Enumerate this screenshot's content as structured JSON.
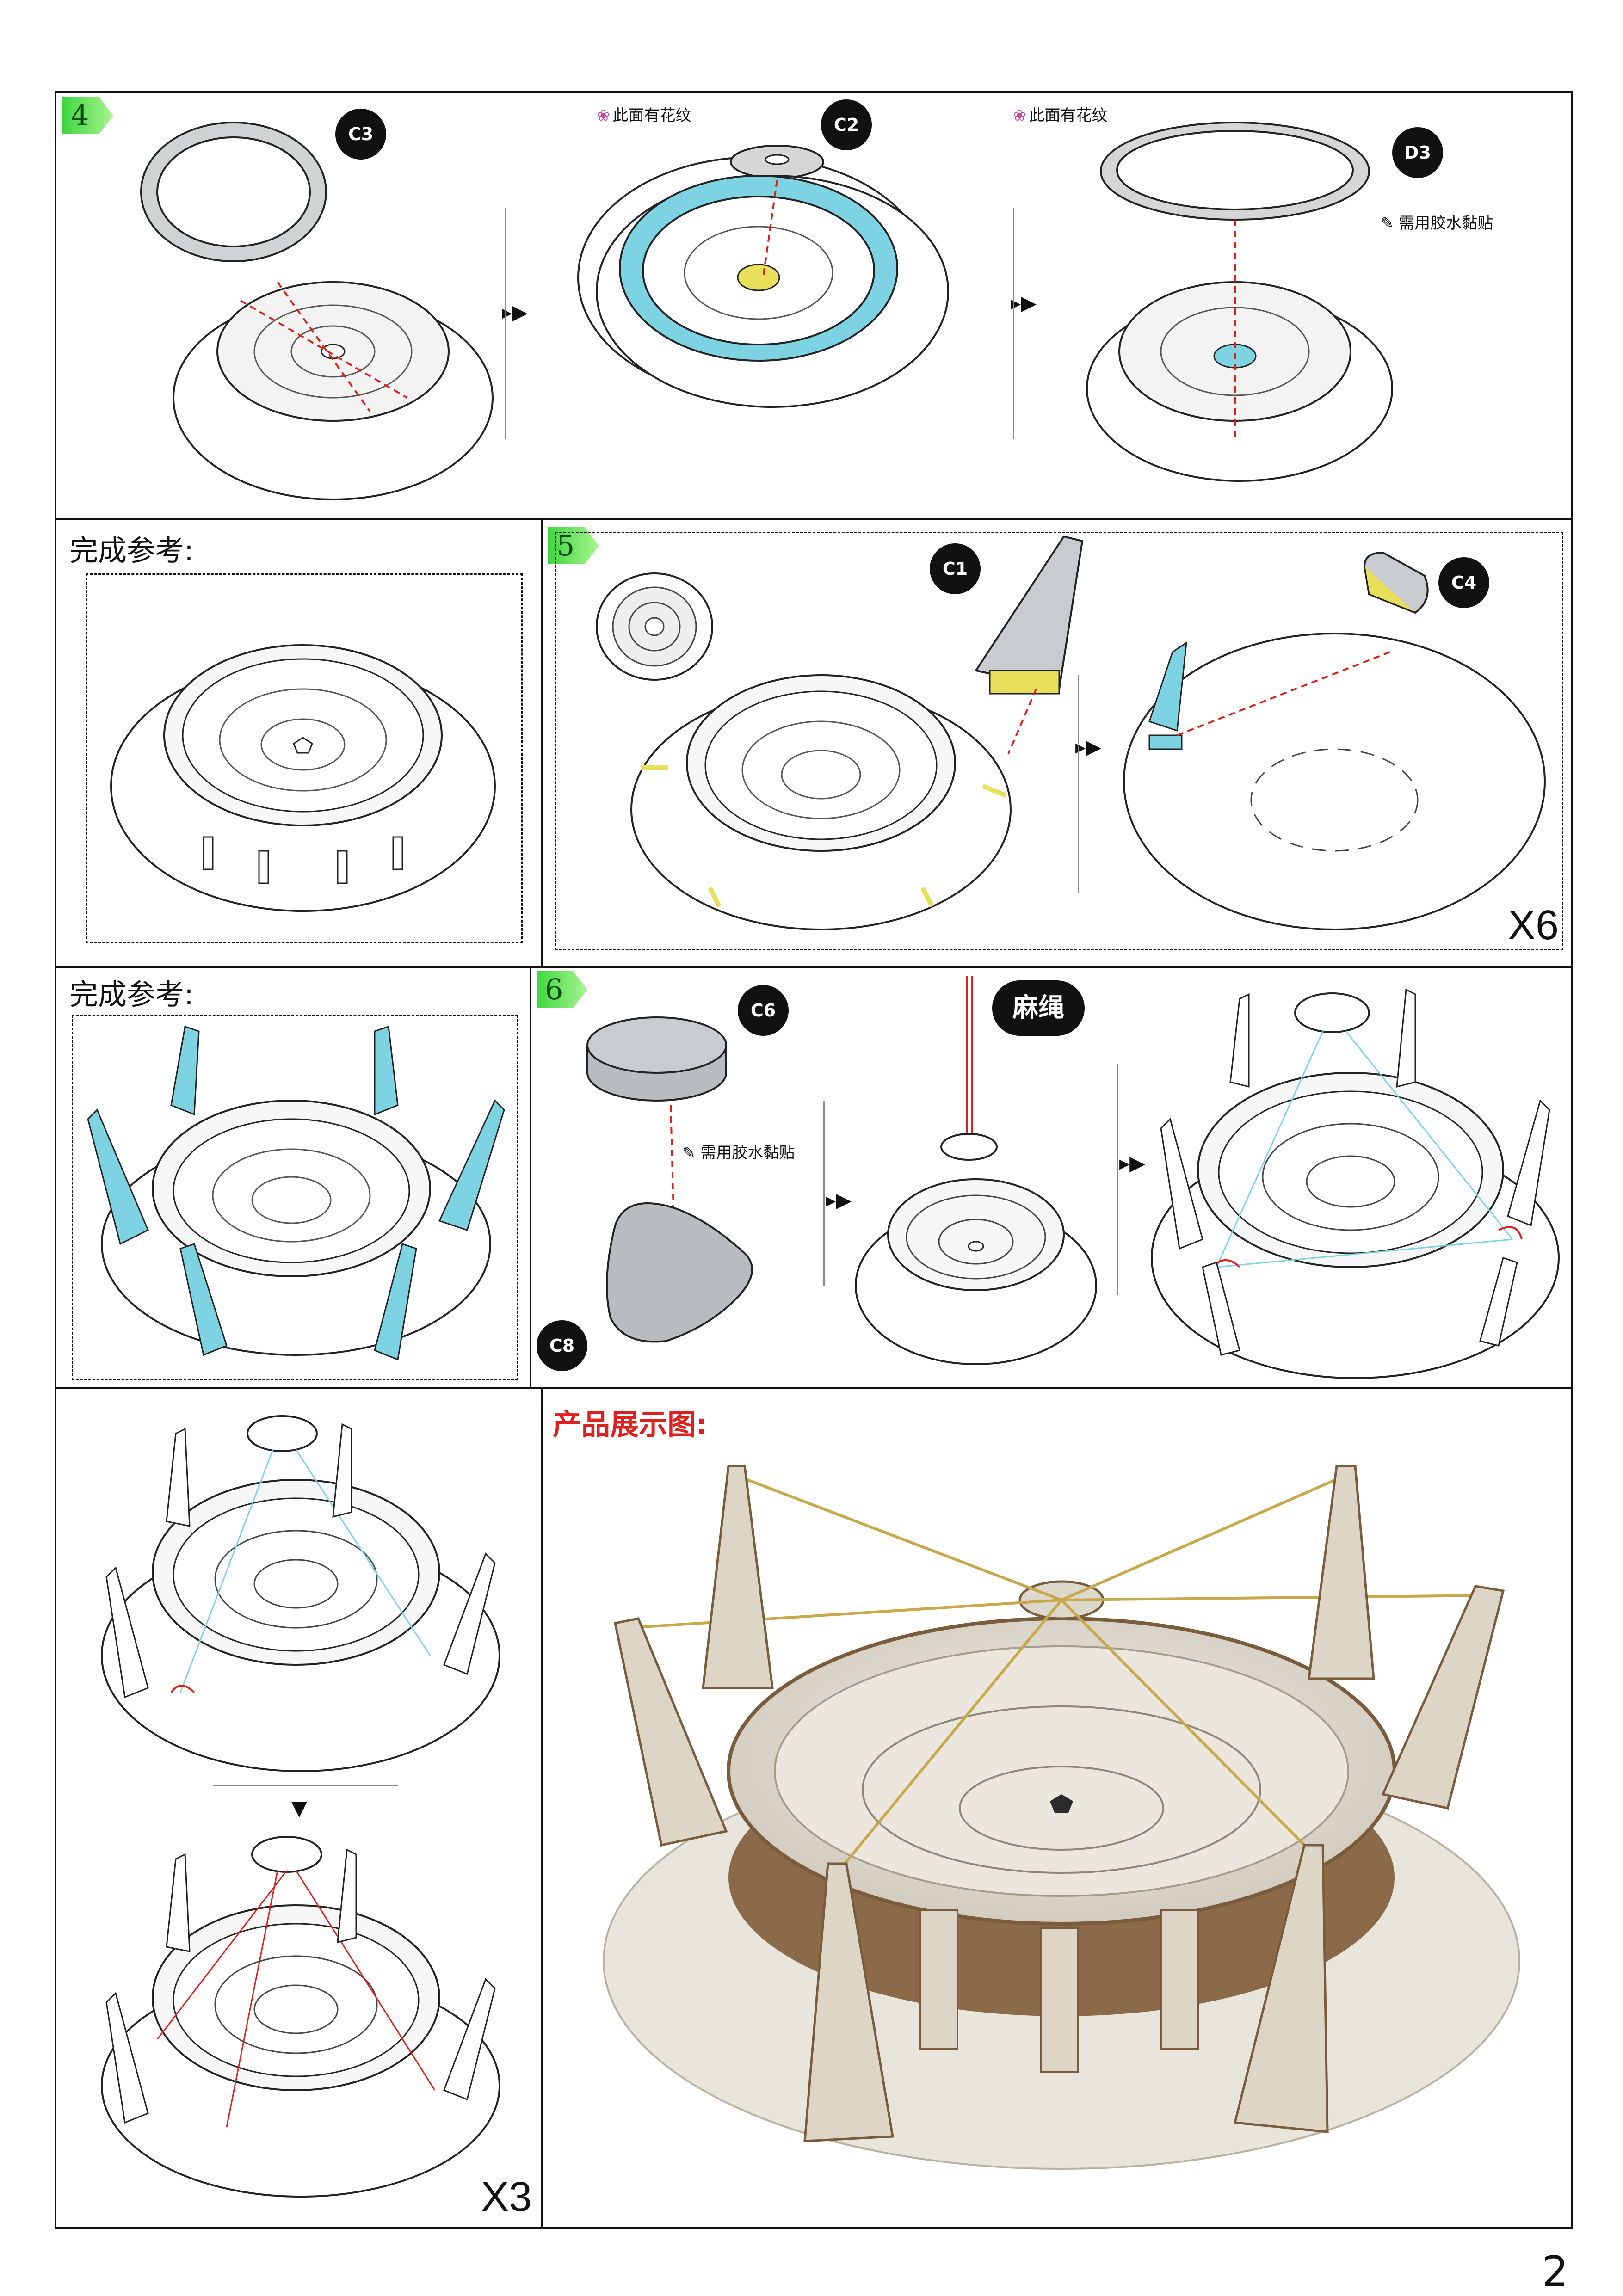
{
  "page_number": "2",
  "steps": {
    "step4": {
      "number": "4",
      "labels": {
        "c3": "C3",
        "c2": "C2",
        "d3": "D3"
      },
      "pattern_note_1": "此面有花纹",
      "pattern_note_2": "此面有花纹",
      "glue_note": "需用胶水黏贴"
    },
    "step5": {
      "number": "5",
      "labels": {
        "c1": "C1",
        "c4": "C4"
      },
      "multiplier": "X6"
    },
    "step6": {
      "number": "6",
      "labels": {
        "c6": "C6",
        "c8": "C8",
        "rope": "麻绳"
      },
      "glue_note": "需用胶水黏贴"
    }
  },
  "reference_1": "完成参考:",
  "reference_2": "完成参考:",
  "bottom_left_multiplier": "X3",
  "product_heading": "产品展示图:",
  "colors": {
    "accent_cyan": "#7dd3e2",
    "accent_yellow": "#e8e05a",
    "wood": "#e6e2d8",
    "red": "#e0201c"
  }
}
